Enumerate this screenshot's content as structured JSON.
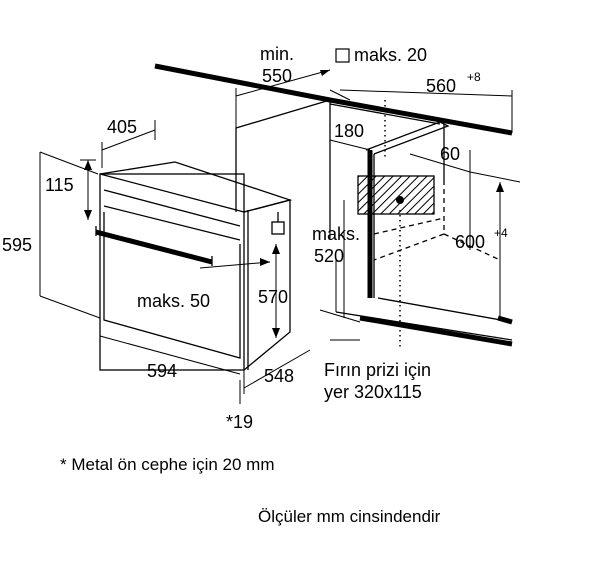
{
  "diagram": {
    "labels": {
      "min_word": "min.",
      "min_value": "550",
      "maks20": "maks. 20",
      "w560": "560",
      "w560_sup": "+8",
      "d405": "405",
      "d180": "180",
      "d60": "60",
      "d115": "115",
      "d595": "595",
      "maks520_word": "maks.",
      "maks520_value": "520",
      "h600": "600",
      "h600_sup": "+4",
      "maks50": "maks. 50",
      "d570": "570",
      "d594": "594",
      "d548": "548",
      "footnote_mark": "*19",
      "socket_line1": "Fırın prizi için",
      "socket_line2": "yer 320x115"
    },
    "notes": {
      "metal_front": "* Metal ön cephe için 20 mm",
      "units": "Ölçüler mm cinsindendir"
    }
  }
}
